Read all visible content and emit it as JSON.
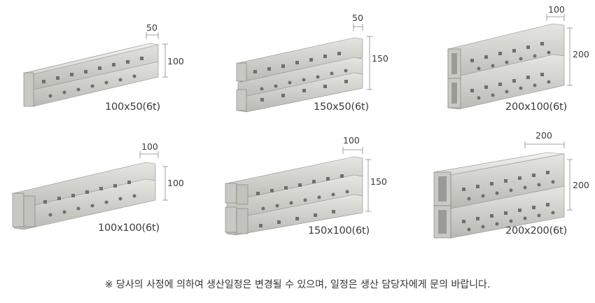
{
  "products": [
    {
      "label": "100x50(6t)",
      "dim_top": "50",
      "dim_side": "100"
    },
    {
      "label": "150x50(6t)",
      "dim_top": "50",
      "dim_side": "150"
    },
    {
      "label": "200x100(6t)",
      "dim_top": "100",
      "dim_side": "200"
    },
    {
      "label": "100x100(6t)",
      "dim_top": "100",
      "dim_side": "100"
    },
    {
      "label": "150x100(6t)",
      "dim_top": "100",
      "dim_side": "150"
    },
    {
      "label": "200x200(6t)",
      "dim_top": "200",
      "dim_side": "200"
    }
  ],
  "note": "※ 당사의 사정에 의하여 생산일정은 변경될 수 있으며, 일정은 생산 담당자에게 문의 바랍니다."
}
